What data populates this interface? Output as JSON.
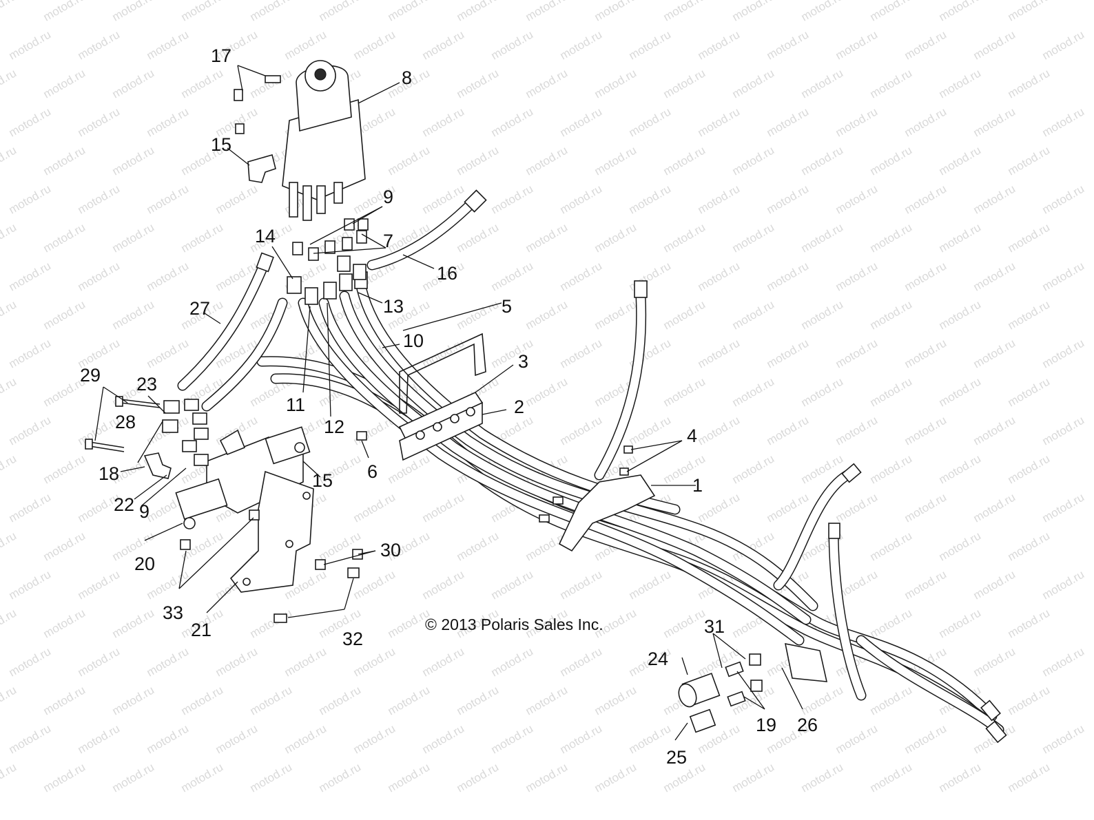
{
  "watermark": "motod.ru",
  "copyright": "© 2013 Polaris Sales Inc.",
  "callouts": [
    {
      "id": "c17",
      "text": "17"
    },
    {
      "id": "c8",
      "text": "8"
    },
    {
      "id": "c15a",
      "text": "15"
    },
    {
      "id": "c9a",
      "text": "9"
    },
    {
      "id": "c7",
      "text": "7"
    },
    {
      "id": "c14",
      "text": "14"
    },
    {
      "id": "c16",
      "text": "16"
    },
    {
      "id": "c27",
      "text": "27"
    },
    {
      "id": "c13",
      "text": "13"
    },
    {
      "id": "c5",
      "text": "5"
    },
    {
      "id": "c10",
      "text": "10"
    },
    {
      "id": "c3",
      "text": "3"
    },
    {
      "id": "c29",
      "text": "29"
    },
    {
      "id": "c23",
      "text": "23"
    },
    {
      "id": "c11",
      "text": "11"
    },
    {
      "id": "c2",
      "text": "2"
    },
    {
      "id": "c12",
      "text": "12"
    },
    {
      "id": "c28",
      "text": "28"
    },
    {
      "id": "c4",
      "text": "4"
    },
    {
      "id": "c18",
      "text": "18"
    },
    {
      "id": "c6",
      "text": "6"
    },
    {
      "id": "c15b",
      "text": "15"
    },
    {
      "id": "c1",
      "text": "1"
    },
    {
      "id": "c22",
      "text": "22"
    },
    {
      "id": "c9b",
      "text": "9"
    },
    {
      "id": "c30",
      "text": "30"
    },
    {
      "id": "c20",
      "text": "20"
    },
    {
      "id": "c33",
      "text": "33"
    },
    {
      "id": "c21",
      "text": "21"
    },
    {
      "id": "c32",
      "text": "32"
    },
    {
      "id": "c31",
      "text": "31"
    },
    {
      "id": "c24",
      "text": "24"
    },
    {
      "id": "c19",
      "text": "19"
    },
    {
      "id": "c26",
      "text": "26"
    },
    {
      "id": "c25",
      "text": "25"
    }
  ]
}
